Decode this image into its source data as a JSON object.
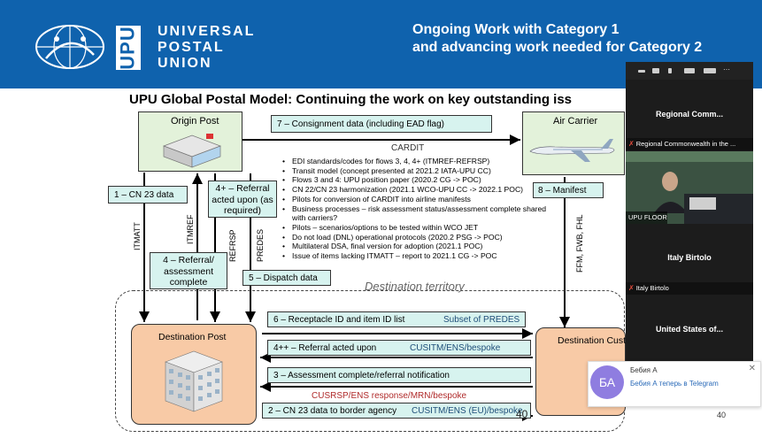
{
  "header": {
    "logo_vertical": "UPU",
    "logo_lines": [
      "UNIVERSAL",
      "POSTAL",
      "UNION"
    ],
    "title_line1": "Ongoing Work with Category 1",
    "title_line2": "and advancing work needed for Category 2",
    "colors": {
      "header_bg": "#0f62ad"
    }
  },
  "slide": {
    "title": "UPU Global Postal Model: Continuing the work on key outstanding iss",
    "origin_post": "Origin Post",
    "air_carrier": "Air Carrier",
    "consignment": "7 – Consignment data (including EAD flag)",
    "cardit": "CARDIT",
    "cn23": "1 – CN 23 data",
    "referral": "4+ – Referral acted upon (as required)",
    "manifest": "8 – Manifest",
    "referral_complete": "4 – Referral/ assessment complete",
    "dispatch": "5 – Dispatch data",
    "v_itmatt": "ITMATT",
    "v_itmref": "ITMREF",
    "v_refrsp": "REFRSP",
    "v_predes": "PREDES",
    "v_ffm": "FFM, FWB, FHL",
    "bullets": [
      "EDI standards/codes for flows 3, 4, 4+ (ITMREF-REFRSP)",
      "Transit model (concept presented at 2021.2 IATA-UPU CC)",
      "Flows 3 and 4: UPU position paper (2020.2 CG -> POC)",
      "CN 22/CN 23 harmonization (2021.1 WCO-UPU CC -> 2022.1 POC)",
      "Pilots for conversion of CARDIT into airline manifests",
      "Business processes – risk assessment status/assessment complete shared with carriers?",
      "Pilots – scenarios/options to be tested within WCO JET",
      "Do not load (DNL) operational protocols (2020.2 PSG -> POC)",
      "Multilateral DSA, final version for adoption (2021.1 POC)",
      "Issue of items lacking ITMATT – report to 2021.1 CG -> POC"
    ],
    "dest_territory": "Destination territory",
    "dest_post": "Destination Post",
    "dest_customs": "Destination Customs",
    "receptacle": "6 – Receptacle ID and item ID list",
    "subset": "Subset of PREDES",
    "referral_plus": "4++ – Referral acted upon",
    "cusitm1": "CUSITM/ENS/bespoke",
    "assessment": "3 – Assessment complete/referral notification",
    "cusrsp": "CUSRSP/ENS response/MRN/bespoke",
    "cn23_border": "2 – CN 23 data to border agency",
    "cusitm2": "CUSITM/ENS (EU)/bespoke",
    "page_number": "40"
  },
  "meeting": {
    "tile1_name": "Regional Comm...",
    "tile1_label": "Regional Commonwealth in the ...",
    "tile2_label": "UPU FLOOR",
    "tile3_name": "Italy Birtolo",
    "tile3_label": "Italy Birtolo",
    "tile4_name": "United States of..."
  },
  "toast": {
    "avatar": "БА",
    "name": "Бебия А",
    "message": "Бебия А теперь в Telegram",
    "close": "✕"
  },
  "page_number_2": "40"
}
